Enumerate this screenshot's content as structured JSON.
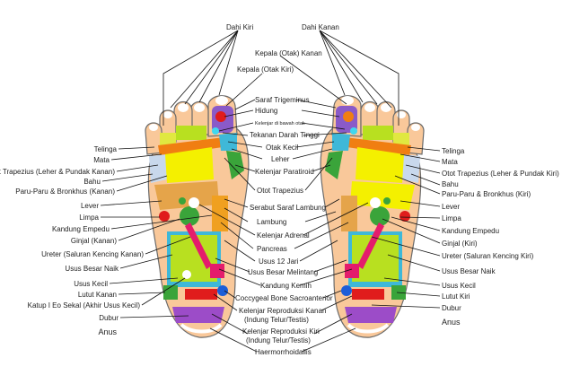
{
  "labels": {
    "dahi_kiri": "Dahi Kiri",
    "dahi_kanan": "Dahi Kanan",
    "kepala_kanan": "Kepala (Otak) Kanan",
    "kepala_kiri": "Kepala (Otak Kiri)",
    "saraf_trigeminus": "Saraf Trigeminus",
    "hidung": "Hidung",
    "kelenjar_bawah_otak": "Kelenjar di bawah otak",
    "tekanan_darah": "Tekanan Darah Tinggi",
    "otak_kecil": "Otak Kecil",
    "leher": "Leher",
    "kelenjar_paratiroid": "Kelenjar Paratiroid",
    "otot_trapezius": "Otot Trapezius",
    "serabut_saraf": "Serabut Saraf Lambung",
    "lambung": "Lambung",
    "kelenjar_adrenal": "Kelenjar Adrenal",
    "pancreas": "Pancreas",
    "usus_12_jari": "Usus 12 Jari",
    "usus_besar_melintang": "Usus Besar Melintang",
    "kandung_kemih": "Kandung Kemih",
    "coccygeal": "Coccygeal Bone Sacroanterior",
    "kelenjar_repro_kanan_1": "Kelenjar Reproduksi Kanan",
    "kelenjar_repro_kanan_2": "(Indung Telur/Testis)",
    "kelenjar_repro_kiri_1": "Kelenjar Reproduksi Kiri",
    "kelenjar_repro_kiri_2": "(Indung Telur/Testis)",
    "haemorrhoidallis": "Haermorrhoidallis",
    "left_side": [
      "Telinga",
      "Mata",
      "Otot Trapezius (Leher & Pundak Kanan)",
      "Bahu",
      "Paru-Paru & Bronkhus (Kanan)",
      "Lever",
      "Limpa",
      "Kandung Empedu",
      "Ginjal (Kanan)",
      "Ureter (Saluran Kencing Kanan)",
      "Usus Besar Naik",
      "Usus Kecil",
      "Lutut Kanan",
      "Katup I Eo Sekal (Akhir Usus Kecil)",
      "Dubur",
      "Anus"
    ],
    "right_side": [
      "Telinga",
      "Mata",
      "Otot Trapezius (Leher & Pundak Kiri)",
      "Bahu",
      "Paru-Paru & Bronkhus (Kiri)",
      "Lever",
      "Limpa",
      "Kandung Empedu",
      "Ginjal (Kiri)",
      "Ureter (Saluran Kencing Kiri)",
      "Usus Besar Naik",
      "Usus Kecil",
      "Lutut Kiri",
      "Dubur",
      "Anus"
    ]
  },
  "colors": {
    "skin": "#f9c89a",
    "outline": "#6b6b6b",
    "lung": "#f4f000",
    "shoulder": "#c8d8ec",
    "liver": "#e5a44a",
    "stomach": "#e8a0c8",
    "kidney": "#3aa43a",
    "intestine": "#3fb8d8",
    "bladder": "#e41c6c",
    "head": "#8a5ac8",
    "red": "#e01c1c",
    "blue": "#1c5ed8",
    "orange": "#f07e12",
    "lime": "#b8e020",
    "purple": "#9c4cc8"
  }
}
